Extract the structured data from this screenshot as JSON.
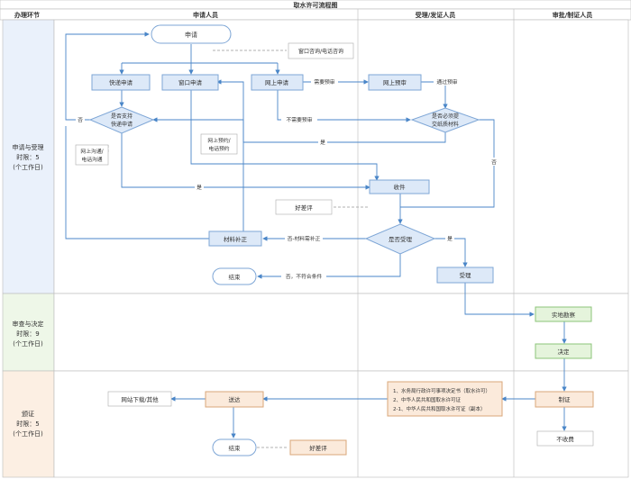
{
  "title": "取水许可流程图",
  "columns": {
    "stage": "办理环节",
    "applicant": "申请人员",
    "handler": "受理/发证人员",
    "approver": "审批/制证人员"
  },
  "lanes": [
    {
      "name": "申请与受理",
      "limit": "时限：5",
      "unit": "(个工作日)"
    },
    {
      "name": "审查与决定",
      "limit": "时限：9",
      "unit": "(个工作日)"
    },
    {
      "name": "颁证",
      "limit": "时限：5",
      "unit": "(个工作日)"
    }
  ],
  "nodes": {
    "apply": "申请",
    "consult": "窗口咨询/电话咨询",
    "express": "快递申请",
    "window": "窗口申请",
    "online": "网上申请",
    "prereview": "网上预审",
    "support_express": [
      "是否支持",
      "快递申请"
    ],
    "online_comm": [
      "网上沟通/",
      "电话沟通"
    ],
    "online_book": [
      "网上预约/",
      "电话预约"
    ],
    "must_submit": [
      "是否必须提",
      "交纸质材料"
    ],
    "receive": "收件",
    "good_review_1": "好差评",
    "accept_q": "是否受理",
    "supplement": "材料补正",
    "end_1": "结束",
    "accept": "受理",
    "inspect": "实地勘察",
    "decide": "决定",
    "make_cert": "制证",
    "no_fee": "不收费",
    "deliver": "送达",
    "download": "网站下载/其他",
    "end_2": "结束",
    "good_review_2": "好差评",
    "docs": [
      "1、水务局行政许可事项决定书（取水许可）",
      "2、中华人民共和国取水许可证",
      "2-1、中华人民共和国取水许可证（副本）"
    ]
  },
  "edges": {
    "need_prereview": "需要预审",
    "pass_prereview": "通过预审",
    "no_prereview": "不需要预审",
    "yes": "是",
    "no": "否",
    "need_supplement": "否-材料需补正",
    "not_qualified": "否，不符合条件"
  },
  "colors": {
    "lane1": "#eaf1fb",
    "lane2": "#eef7e8",
    "lane3": "#fcefe3",
    "box_blue": "#dde9f8",
    "box_green": "#e5f4dc",
    "box_orange": "#fbeadb",
    "stroke": "#7ea6d6",
    "line": "#4a86c8"
  }
}
